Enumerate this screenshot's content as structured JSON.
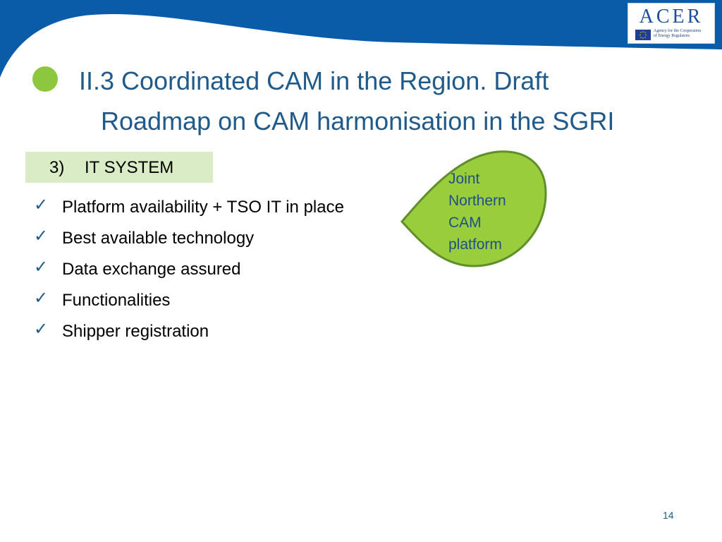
{
  "slide": {
    "title_line1": "II.3 Coordinated CAM in the Region. Draft",
    "title_line2": "Roadmap on CAM harmonisation in the SGRI",
    "section": {
      "number": "3)",
      "label": "IT SYSTEM"
    },
    "checklist": [
      "Platform availability + TSO IT in place",
      "Best available technology",
      "Data exchange assured",
      "Functionalities",
      "Shipper registration"
    ],
    "leaf_text": [
      "Joint",
      "Northern",
      "CAM",
      "platform"
    ],
    "page_number": "14"
  },
  "logo": {
    "name": "ACER",
    "subtitle_line1": "Agency for the Cooperation",
    "subtitle_line2": "of Energy Regulators",
    "flag_icon": "eu-flag-icon"
  },
  "icons": {
    "bullet": "green-circle-bullet-icon",
    "check": "checkmark-icon"
  },
  "colors": {
    "header_blue": "#0a5ca8",
    "title_blue": "#1f5a8a",
    "bullet_green": "#8dc63f",
    "section_fill": "#d9ecc5",
    "leaf_fill": "#9acd3c",
    "leaf_stroke": "#5f8f2a"
  }
}
